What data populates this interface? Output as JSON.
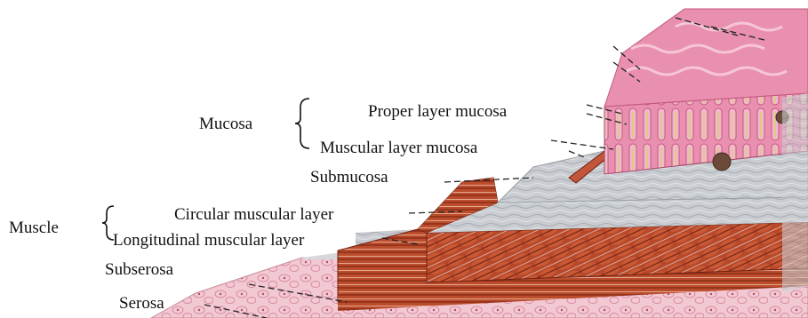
{
  "labels": {
    "mucosa": "Mucosa",
    "proper_layer_mucosa": "Proper layer mucosa",
    "muscular_layer_mucosa": "Muscular layer mucosa",
    "submucosa": "Submucosa",
    "muscle": "Muscle",
    "circular_muscular_layer": "Circular muscular layer",
    "longitudinal_muscular_layer": "Longitudinal muscular layer",
    "subserosa": "Subserosa",
    "serosa": "Serosa"
  },
  "colors": {
    "mucosa_pink": "#e98fb0",
    "mucosa_light": "#f3b8cc",
    "gland_yellow": "#d6cf7a",
    "submucosa_grey": "#c9ccd0",
    "muscle_red": "#b8482a",
    "muscle_dark": "#7a2416",
    "serosa_pink": "#f2c9d2",
    "text": "#111111"
  }
}
